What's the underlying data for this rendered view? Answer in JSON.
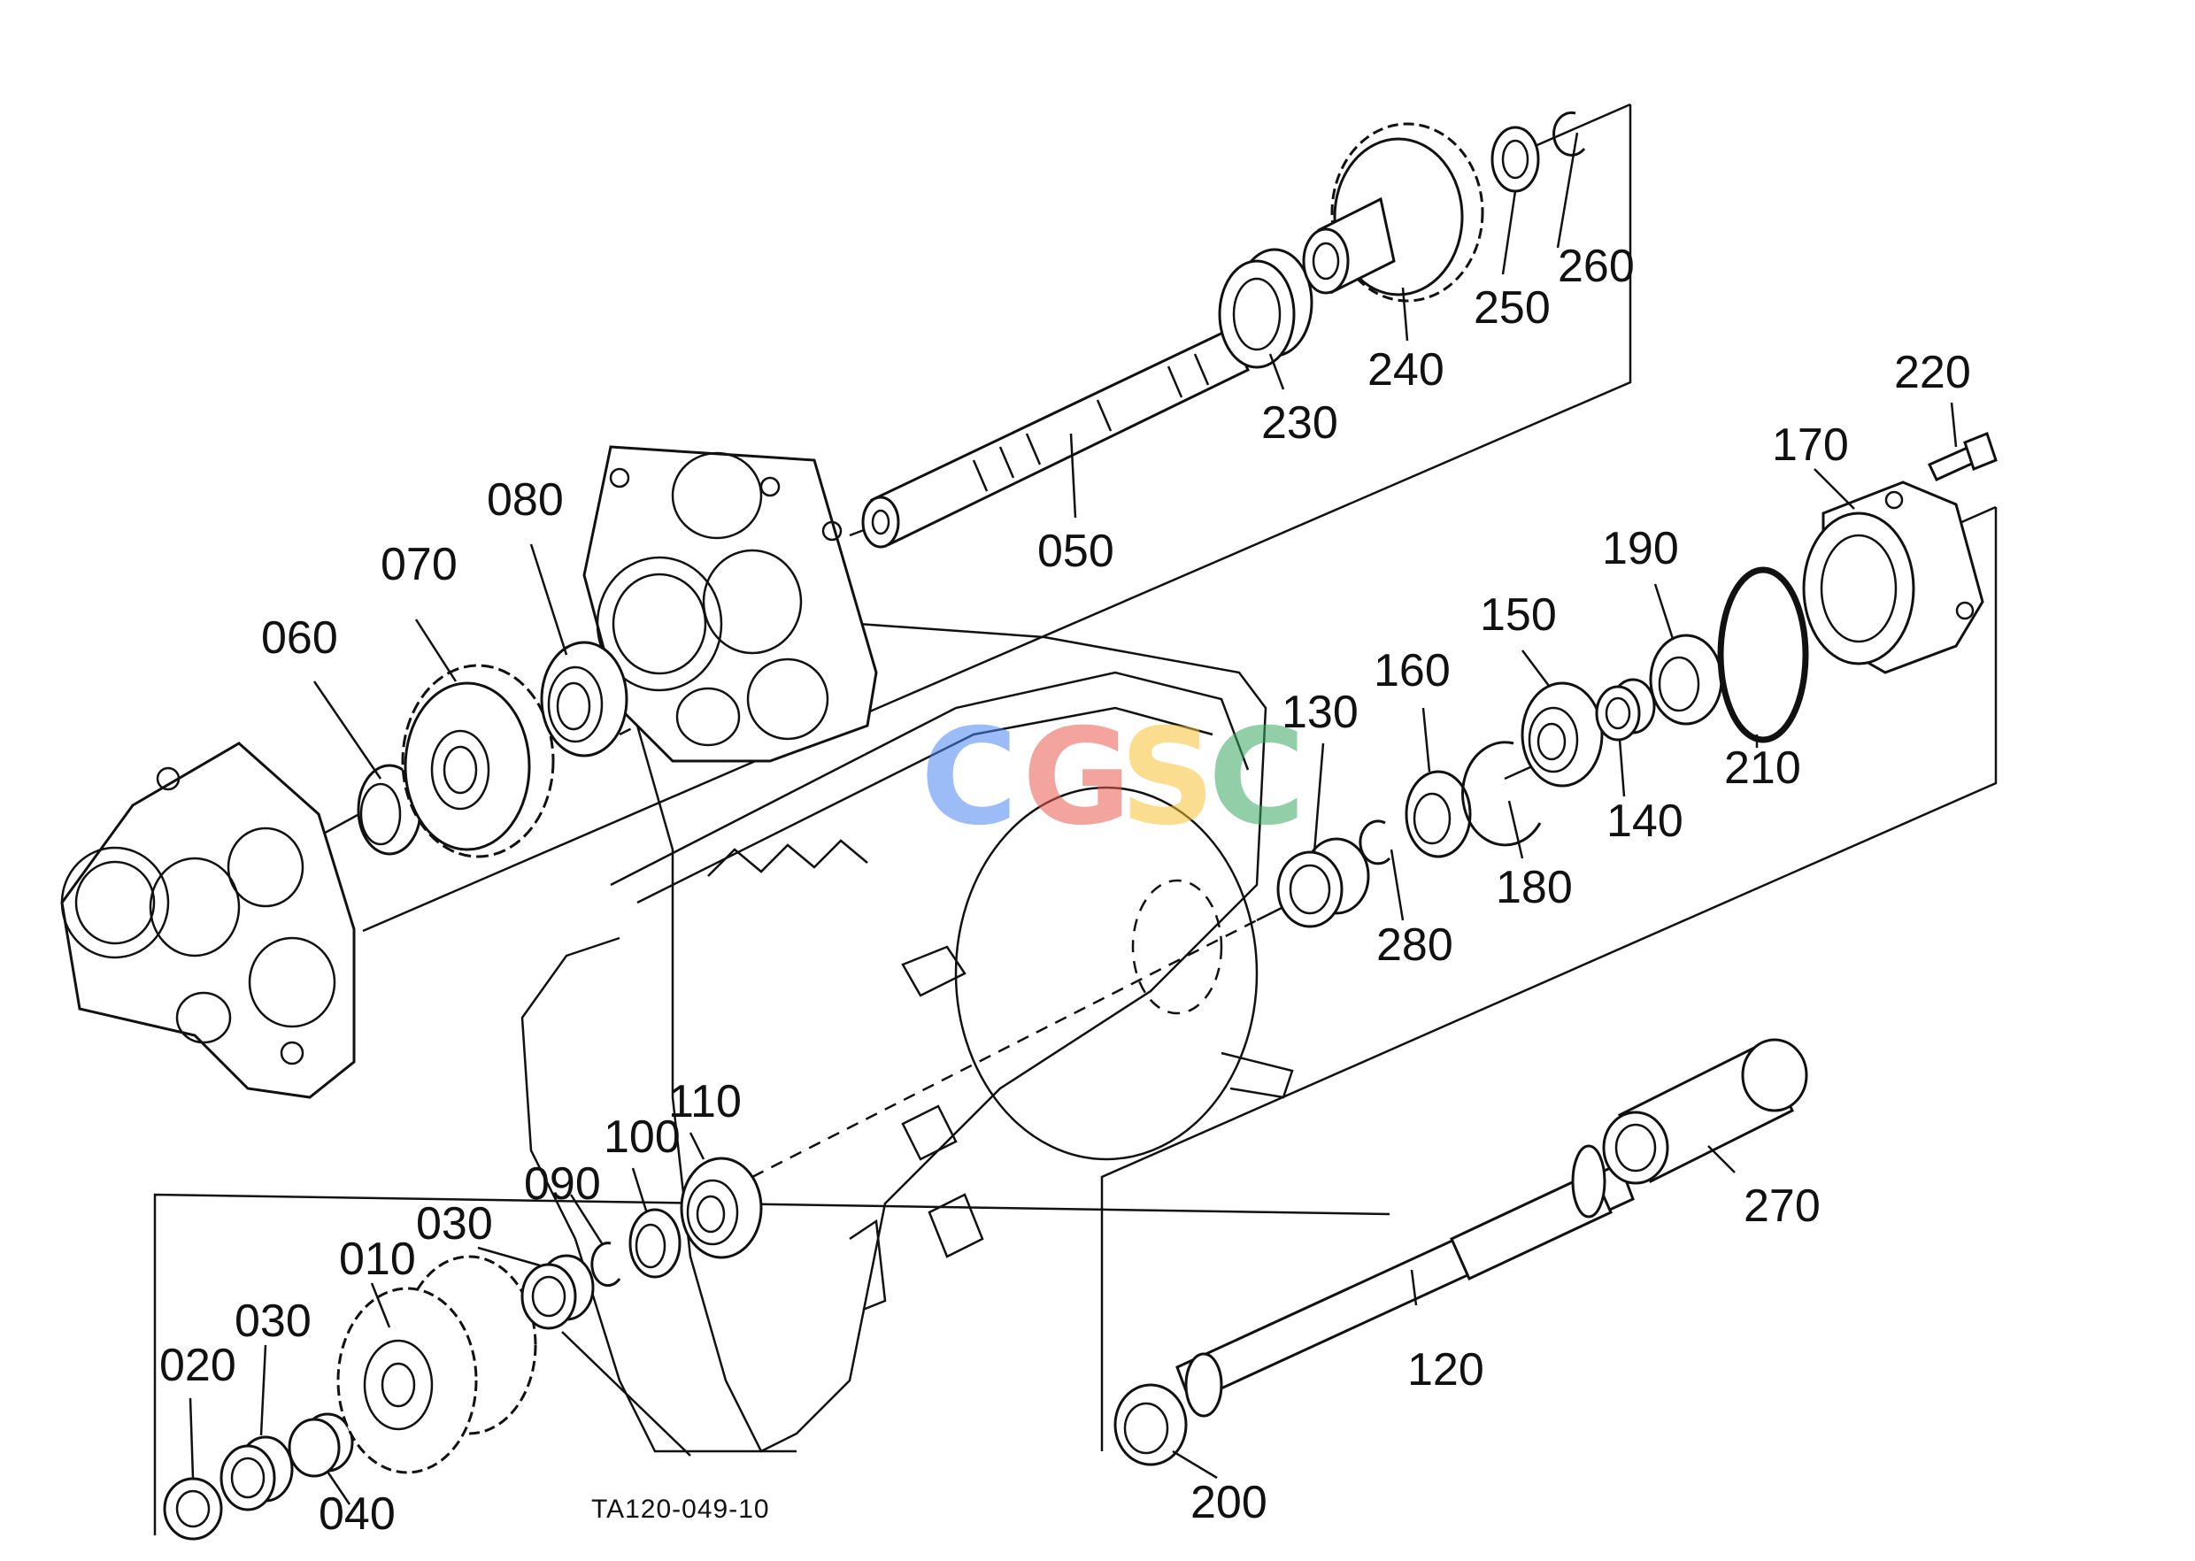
{
  "diagram": {
    "drawing_code": "TA120-049-10",
    "part_labels": {
      "p010": "010",
      "p020": "020",
      "p030a": "030",
      "p030b": "030",
      "p040": "040",
      "p050": "050",
      "p060": "060",
      "p070": "070",
      "p080": "080",
      "p090": "090",
      "p100": "100",
      "p110": "110",
      "p120": "120",
      "p130": "130",
      "p140": "140",
      "p150": "150",
      "p160": "160",
      "p170": "170",
      "p180": "180",
      "p190": "190",
      "p200": "200",
      "p210": "210",
      "p220": "220",
      "p230": "230",
      "p240": "240",
      "p250": "250",
      "p260": "260",
      "p270": "270",
      "p280": "280"
    }
  },
  "watermark": {
    "letters": [
      "C",
      "G",
      "S",
      "C"
    ],
    "colors": [
      "#4a86f0",
      "#ea5b4f",
      "#f6c234",
      "#3aa862"
    ]
  },
  "colors": {
    "line": "#111111",
    "background": "#ffffff"
  }
}
